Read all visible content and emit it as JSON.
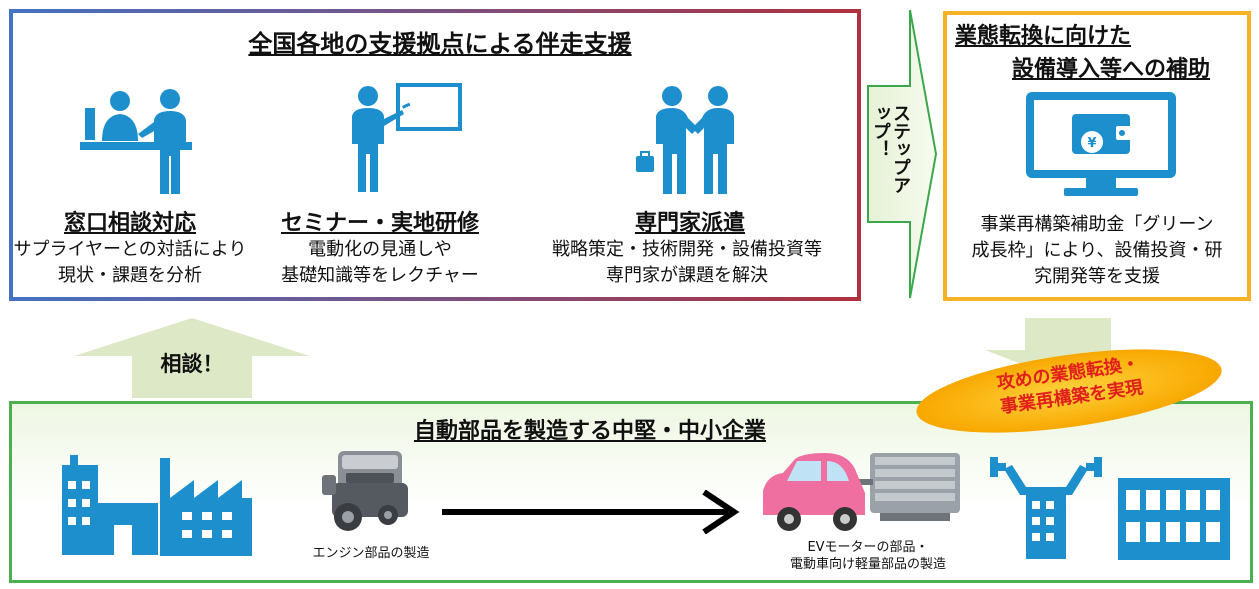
{
  "support": {
    "title": "全国各地の支援拠点による伴走支援",
    "items": [
      {
        "title": "窓口相談対応",
        "desc1": "サプライヤーとの対話により",
        "desc2": "現状・課題を分析"
      },
      {
        "title": "セミナー・実地研修",
        "desc1": "電動化の見通しや",
        "desc2": "基礎知識等をレクチャー"
      },
      {
        "title": "専門家派遣",
        "desc1": "戦略策定・技術開発・設備投資等",
        "desc2": "専門家が課題を解決"
      }
    ]
  },
  "stepup": {
    "label": "ステップアップ！"
  },
  "subsidy": {
    "title1": "業態転換に向けた",
    "title2": "設備導入等への補助",
    "desc1": "事業再構築補助金「グリーン",
    "desc2": "成長枠」により、設備投資・研",
    "desc3": "究開発等を支援"
  },
  "consult": {
    "label": "相談！"
  },
  "badge": {
    "line1": "攻めの業態転換・",
    "line2": "事業再構築を実現"
  },
  "company": {
    "title": "自動部品を製造する中堅・中小企業",
    "engine_caption": "エンジン部品の製造",
    "ev_caption1": "EVモーターの部品・",
    "ev_caption2": "電動車向け軽量部品の製造"
  },
  "colors": {
    "icon_blue": "#1c8fcc",
    "frame_green": "#4caf50",
    "frame_orange": "#f5b325",
    "badge_orange": "#f5a800",
    "badge_text": "#e0201c"
  }
}
